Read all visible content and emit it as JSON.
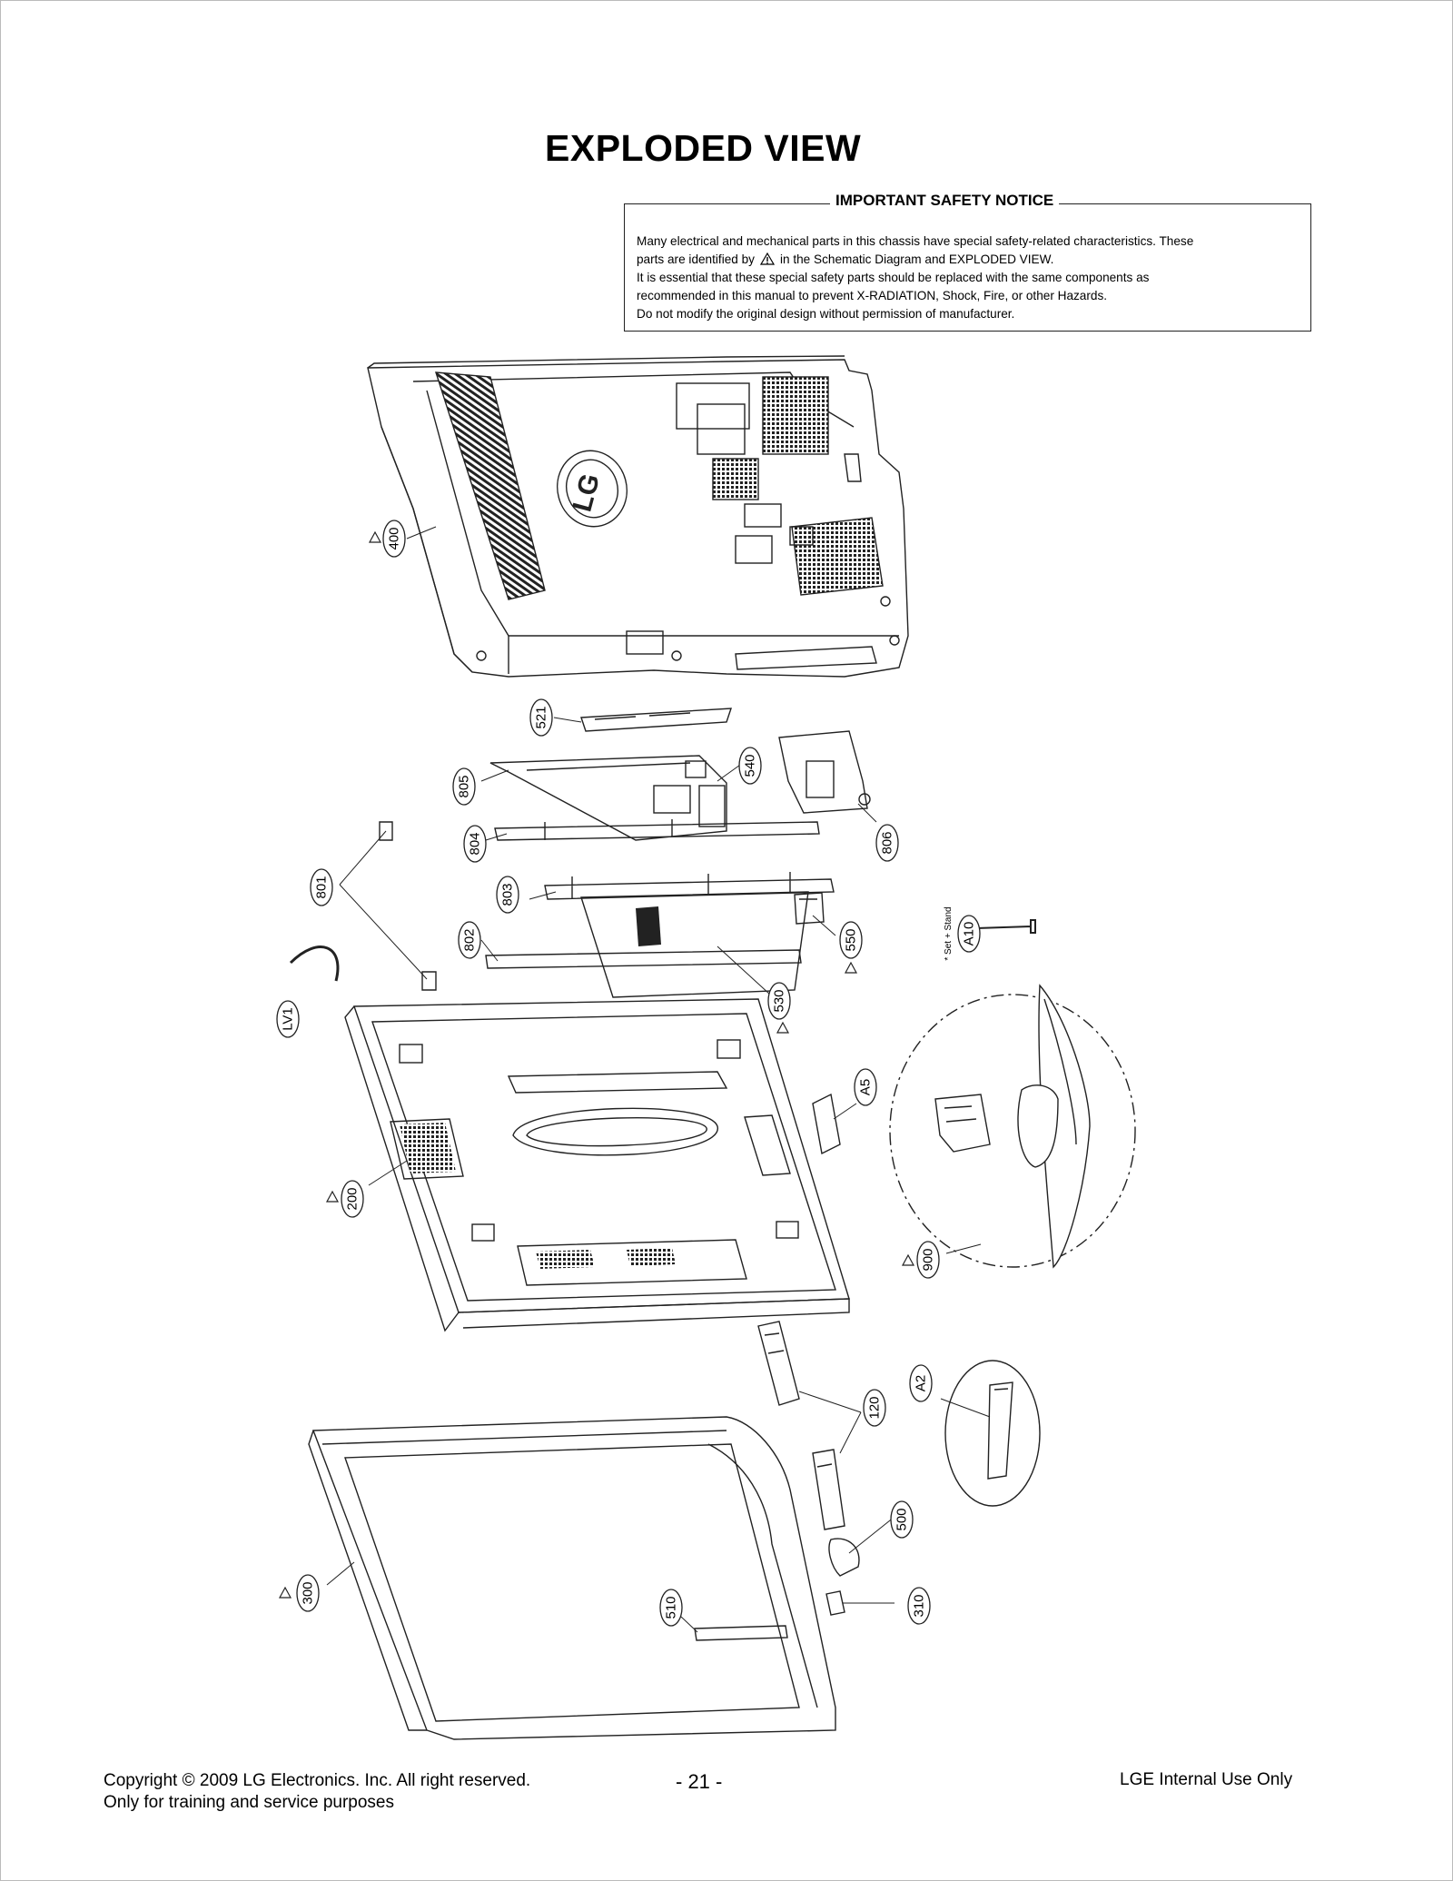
{
  "document": {
    "title": "EXPLODED VIEW"
  },
  "safety_notice": {
    "heading": "IMPORTANT SAFETY NOTICE",
    "line1": "Many electrical and mechanical parts in this chassis have special safety-related characteristics. These",
    "line2_pre": "parts are identified by",
    "line2_post": "in the Schematic Diagram and EXPLODED VIEW.",
    "line3": "It is essential that these special safety parts should be replaced with the same components as",
    "line4": "recommended in this manual to prevent X-RADIATION, Shock, Fire, or other Hazards.",
    "line5": "Do not modify the original design without permission of manufacturer."
  },
  "diagram": {
    "logo_text": "LG",
    "stand_note": "* Set + Stand",
    "part_callouts": [
      "400",
      "521",
      "805",
      "540",
      "804",
      "806",
      "801",
      "803",
      "802",
      "550",
      "A10",
      "LV1",
      "530",
      "A5",
      "200",
      "900",
      "120",
      "A2",
      "300",
      "500",
      "510",
      "310"
    ]
  },
  "footer": {
    "copyright": "Copyright © 2009 LG Electronics. Inc. All right reserved.",
    "purpose": "Only for training and service purposes",
    "page": "- 21 -",
    "internal": "LGE Internal Use Only"
  }
}
